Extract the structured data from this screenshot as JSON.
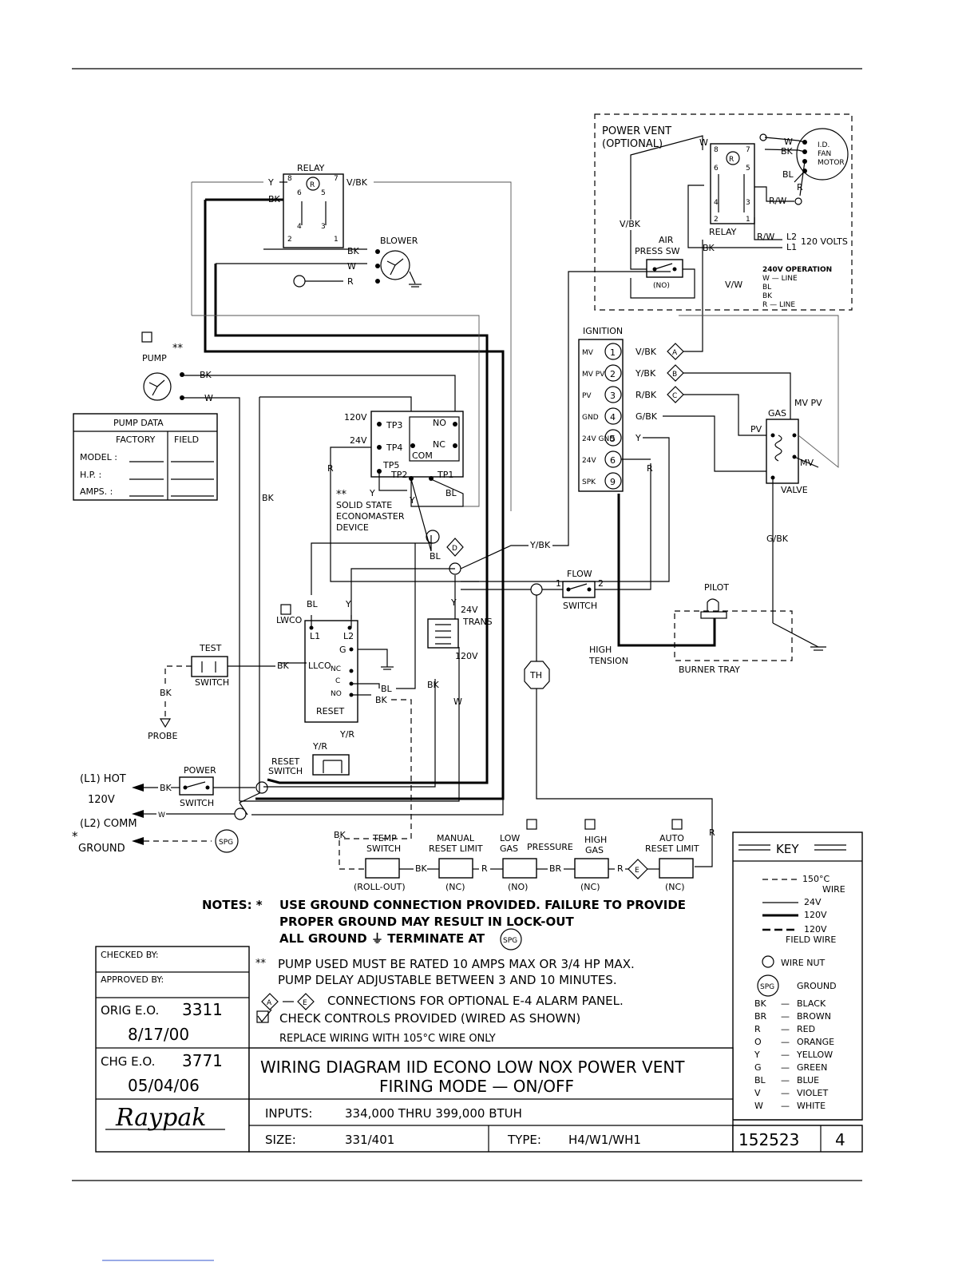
{
  "power_vent": {
    "title": "POWER VENT",
    "subtitle": "(OPTIONAL)",
    "relay_label": "RELAY",
    "motor_labels": [
      "I.D.",
      "FAN",
      "MOTOR"
    ],
    "wire_labels": {
      "w1": "W",
      "bk1": "BK",
      "bl": "BL",
      "r": "R",
      "w_relay": "W",
      "rw1": "R/W",
      "rw2": "R/W",
      "l2": "L2",
      "l1": "L1",
      "bk_relay": "BK",
      "vbk": "V/BK",
      "vw": "V/W"
    },
    "relay_pins": [
      "8",
      "7",
      "6",
      "5",
      "4",
      "3",
      "2",
      "1"
    ],
    "relay_coil": "R",
    "volts_120": "120 VOLTS",
    "air_switch": [
      "AIR",
      "PRESS SW"
    ],
    "air_switch_state": "(NO)",
    "op240_title": "240V OPERATION",
    "op240_lines": [
      "W  — LINE",
      "BL",
      "BK",
      "R  — LINE"
    ]
  },
  "relay": {
    "title": "RELAY",
    "coil": "R",
    "pins": [
      "8",
      "7",
      "6",
      "5",
      "4",
      "3",
      "2",
      "1"
    ],
    "wires": {
      "y": "Y",
      "vbk": "V/BK",
      "bk": "BK"
    }
  },
  "blower": {
    "title": "BLOWER",
    "wires": [
      "BK",
      "W",
      "R"
    ]
  },
  "pump": {
    "title": "PUMP",
    "stars": "**",
    "wires": [
      "BK",
      "W"
    ],
    "data_title": "PUMP DATA",
    "col_factory": "FACTORY",
    "col_field": "FIELD",
    "rows": [
      "MODEL :",
      "H.P. :",
      "AMPS. :"
    ]
  },
  "econo": {
    "labels": {
      "v120": "120V",
      "tp3": "TP3",
      "v24": "24V",
      "tp4": "TP4",
      "tp5": "TP5",
      "tp2": "TP2",
      "tp1": "TP1",
      "no": "NO",
      "nc": "NC",
      "com": "COM"
    },
    "stars": "**",
    "name": [
      "SOLID STATE",
      "ECONOMASTER",
      "DEVICE"
    ],
    "wires": {
      "y1": "Y",
      "y2": "Y",
      "bl": "BL",
      "r": "R",
      "bk": "BK",
      "bl2": "BL",
      "d": "D",
      "ybk": "Y/BK",
      "y3": "Y"
    }
  },
  "ignition": {
    "title": "IGNITION",
    "terminals": [
      {
        "label": "MV",
        "num": "1",
        "wire": "V/BK",
        "tag": "A"
      },
      {
        "label": "MV PV",
        "num": "2",
        "wire": "Y/BK",
        "tag": "B"
      },
      {
        "label": "PV",
        "num": "3",
        "wire": "R/BK",
        "tag": "C"
      },
      {
        "label": "GND",
        "num": "4",
        "wire": "G/BK",
        "tag": ""
      },
      {
        "label": "24V GND",
        "num": "5",
        "wire": "Y",
        "tag": ""
      },
      {
        "label": "24V",
        "num": "6",
        "wire": "",
        "tag": ""
      },
      {
        "label": "SPK",
        "num": "9",
        "wire": "",
        "tag": ""
      }
    ],
    "r_wire": "R"
  },
  "gas_valve": {
    "title": "GAS",
    "subtitle": "VALVE",
    "mv_pv": "MV PV",
    "pv": "PV",
    "mv": "MV",
    "gbk": "G/BK"
  },
  "pilot": {
    "title": "PILOT",
    "burner_tray": "BURNER TRAY",
    "high_tension": [
      "HIGH",
      "TENSION"
    ]
  },
  "flow_switch": {
    "title": "FLOW",
    "subtitle": "SWITCH",
    "pin1": "1",
    "pin2": "2"
  },
  "lwco": {
    "title": "LWCO",
    "labels": {
      "bl": "BL",
      "y": "Y",
      "l1": "L1",
      "l2": "L2",
      "g": "G",
      "llco": "LLCO",
      "nc": "NC",
      "c": "C",
      "no": "NO",
      "reset": "RESET",
      "yr1": "Y/R",
      "yr2": "Y/R",
      "bl2": "BL",
      "bk": "BK",
      "bk2": "BK",
      "reset_switch": [
        "RESET",
        "SWITCH"
      ]
    }
  },
  "trans": {
    "v24": "24V",
    "name": "TRANS",
    "v120": "120V",
    "bk": "BK",
    "w": "W",
    "y": "Y"
  },
  "test_switch": {
    "title": "TEST",
    "subtitle": "SWITCH",
    "bk": "BK",
    "probe": "PROBE"
  },
  "power": {
    "hot": "(L1) HOT",
    "v120": "120V",
    "comm": "(L2) COMM",
    "ground": "GROUND",
    "ground_star": "*",
    "switch_title": "POWER",
    "switch_sub": "SWITCH",
    "bk": "BK",
    "w": "W",
    "spg": "SPG"
  },
  "th": "TH",
  "limits": {
    "bk": "BK",
    "temp": {
      "title": [
        "TEMP",
        "SWITCH"
      ],
      "state": "(ROLL-OUT)"
    },
    "manual": {
      "title": [
        "MANUAL",
        "RESET LIMIT"
      ],
      "state": "(NC)"
    },
    "low_gas": {
      "title": [
        "LOW",
        "GAS"
      ],
      "state": "(NO)"
    },
    "pressure": "PRESSURE",
    "high_gas": {
      "title": [
        "HIGH",
        "GAS"
      ],
      "state": "(NC)"
    },
    "auto": {
      "title": [
        "AUTO",
        "RESET LIMIT"
      ],
      "state": "(NC)"
    },
    "wires": [
      "BK",
      "R",
      "BR",
      "R",
      "R"
    ],
    "e_tag": "E"
  },
  "key": {
    "title": "KEY",
    "lines": [
      {
        "label": "150°C",
        "label2": "WIRE"
      },
      {
        "label": "24V"
      },
      {
        "label": "120V"
      },
      {
        "label": "120V",
        "label2": "FIELD WIRE"
      }
    ],
    "wire_nut": "WIRE NUT",
    "ground": "GROUND",
    "spg": "SPG",
    "colors": [
      [
        "BK",
        "BLACK"
      ],
      [
        "BR",
        "BROWN"
      ],
      [
        "R",
        "RED"
      ],
      [
        "O",
        "ORANGE"
      ],
      [
        "Y",
        "YELLOW"
      ],
      [
        "G",
        "GREEN"
      ],
      [
        "BL",
        "BLUE"
      ],
      [
        "V",
        "VIOLET"
      ],
      [
        "W",
        "WHITE"
      ]
    ]
  },
  "notes": {
    "label": "NOTES: *",
    "n1": [
      "USE GROUND CONNECTION PROVIDED. FAILURE TO PROVIDE",
      "PROPER GROUND MAY RESULT IN LOCK-OUT",
      "ALL GROUND ⏚ TERMINATE AT"
    ],
    "n1_spg": "SPG",
    "n2_star": "**",
    "n2": [
      "PUMP USED MUST BE RATED 10 AMPS MAX OR 3/4 HP MAX.",
      "PUMP DELAY ADJUSTABLE BETWEEN 3 AND 10 MINUTES."
    ],
    "n3": "CONNECTIONS FOR OPTIONAL E-4 ALARM PANEL.",
    "n3_a": "A",
    "n3_e": "E",
    "n4": "CHECK CONTROLS PROVIDED (WIRED AS SHOWN)",
    "n5": "REPLACE WIRING WITH 105°C WIRE ONLY"
  },
  "title_block": {
    "checked_by": "CHECKED BY:",
    "approved_by": "APPROVED BY:",
    "orig_eo_label": "ORIG E.O.",
    "orig_eo": "3311",
    "orig_date": "8/17/00",
    "chg_eo_label": "CHG E.O.",
    "chg_eo": "3771",
    "chg_date": "05/04/06",
    "logo": "Raypak",
    "title1": "WIRING DIAGRAM IID ECONO LOW NOX POWER VENT",
    "title2": "FIRING MODE — ON/OFF",
    "inputs_label": "INPUTS:",
    "inputs": "334,000 THRU 399,000 BTUH",
    "size_label": "SIZE:",
    "size": "331/401",
    "type_label": "TYPE:",
    "type": "H4/W1/WH1",
    "drawing_no": "152523",
    "rev": "4"
  }
}
